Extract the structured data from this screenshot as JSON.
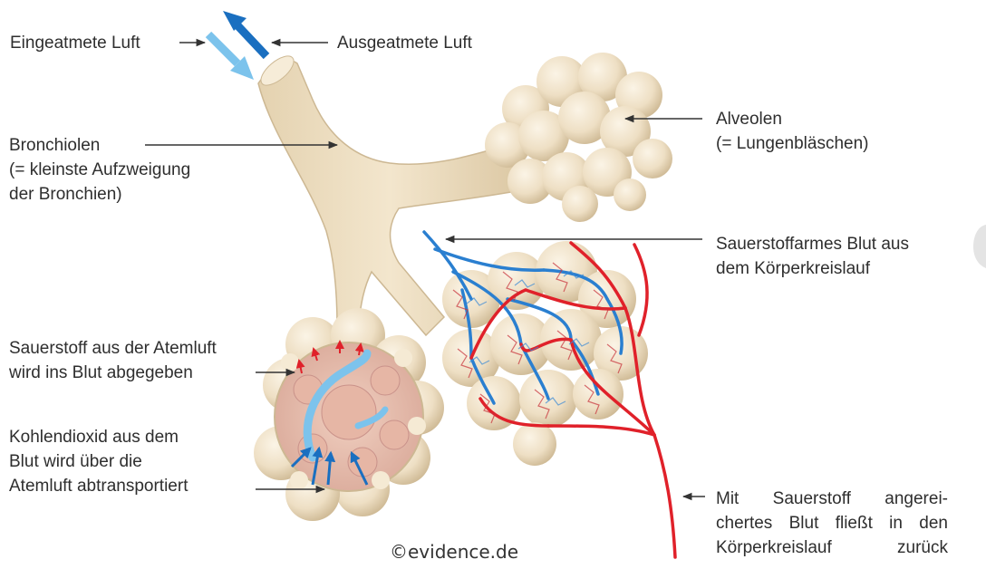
{
  "labels": {
    "inhaled_air": "Eingeatmete Luft",
    "exhaled_air": "Ausgeatmete Luft",
    "bronchioles": [
      "Bronchiolen",
      "(= kleinste Aufzweigung",
      "der Bronchien)"
    ],
    "alveoli": [
      "Alveolen",
      "(= Lungenbläschen)"
    ],
    "deoxygenated_blood": [
      "Sauerstoffarmes Blut aus",
      "dem Körperkreislauf"
    ],
    "oxygen_released": [
      "Sauerstoff aus der Atemluft",
      "wird ins Blut abgegeben"
    ],
    "co2_removed": [
      "Kohlendioxid aus dem",
      "Blut wird über die",
      "Atemluft abtransportiert"
    ],
    "oxygenated_blood": [
      "Mit Sauerstoff angerei-",
      "chertes Blut fließt in den",
      "Körperkreislauf zurück"
    ]
  },
  "copyright": "©evidence.de",
  "colors": {
    "tissue": "#eedfc4",
    "tissue_shadow": "#d9c7a5",
    "alveolus_inner": "#e8c4b4",
    "artery_red": "#e0212a",
    "vein_blue": "#2a7fd0",
    "air_light_blue": "#7cc3ec",
    "air_dark_blue": "#1a6fc0",
    "leader_line": "#333333"
  }
}
